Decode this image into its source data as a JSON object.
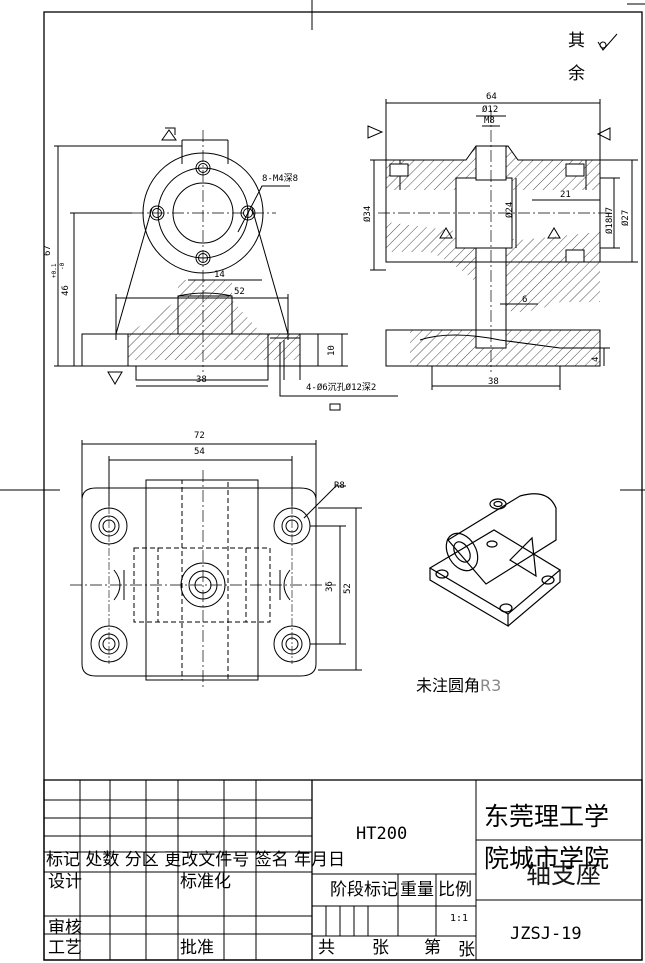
{
  "roughness_note": {
    "line1": "其",
    "line2": "余"
  },
  "front_view": {
    "dims": {
      "d67": "67",
      "d46": "46",
      "tol_plus": "+0.1",
      "tol_minus": "-0",
      "d14": "14",
      "d52": "52",
      "d38": "38",
      "d10": "10"
    },
    "thread_note": "8-M4深8",
    "hole_note": "4-Ø6沉孔Ø12深2"
  },
  "side_view": {
    "dims": {
      "d64": "64",
      "d12": "Ø12",
      "m8": "M8",
      "d34": "Ø34",
      "d24": "Ø24",
      "d21": "21",
      "d18": "Ø18H7",
      "d27": "Ø27",
      "d6": "6",
      "d4": "4",
      "d38": "38"
    }
  },
  "top_view": {
    "dims": {
      "d72": "72",
      "d54": "54",
      "r8": "R8",
      "d36": "36",
      "d52": "52"
    }
  },
  "fillet_note": {
    "text": "未注圆角",
    "radius": "R3"
  },
  "title_block": {
    "school_line1": "东莞理工学",
    "school_line2": "院城市学院",
    "material": "HT200",
    "part_name": "轴支座",
    "drawing_no": "JZSJ-19",
    "scale": "1:1",
    "header_row": "标记 处数 分区 更改文件号 签名 年月日",
    "design": "设计",
    "standardize": "标准化",
    "stage_label": "阶段标记",
    "weight_label": "重量",
    "scale_label": "比例",
    "review": "审核",
    "process": "工艺",
    "approve": "批准",
    "total": "共",
    "sheet_unit1": "张",
    "sheet_no": "第",
    "sheet_unit2": "张"
  }
}
